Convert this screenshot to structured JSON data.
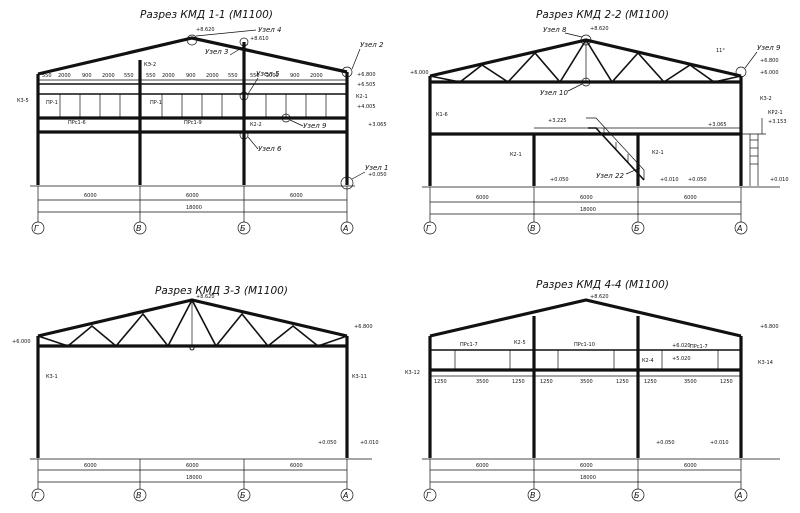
{
  "s1": {
    "title": "Разрез КМД 1-1 (М1100)",
    "nodes": [
      "Узел 4",
      "Узел 3",
      "Узел 2",
      "Узел 5",
      "Узел 9",
      "Узел 6",
      "Узел 1"
    ],
    "elev": [
      "+8.620",
      "+8.610",
      "+6.800",
      "+6.505",
      "+4.005",
      "+3.065",
      "+0.050"
    ],
    "marks": [
      "К3-5",
      "КЭ-2",
      "ПР-1",
      "ПРс1-6",
      "ПР-1",
      "ПРс1-9",
      "К2-2",
      "К2-1"
    ],
    "dims_top": [
      "550",
      "2000",
      "900",
      "2000",
      "550",
      "550",
      "2000",
      "900",
      "2000",
      "550",
      "550",
      "2000",
      "900",
      "2000"
    ],
    "spans": [
      "6000",
      "6000",
      "6000"
    ],
    "total": "18000",
    "axes": [
      "Г",
      "В",
      "Б",
      "А"
    ]
  },
  "s2": {
    "title": "Разрез КМД 2-2 (М1100)",
    "nodes": [
      "Узел 8",
      "Узел 9",
      "Узел 10",
      "Узел 22"
    ],
    "elev": [
      "+8.620",
      "+6.800",
      "+6.000",
      "+6.000",
      "+3.225",
      "+3.065",
      "+3.153",
      "+0.050",
      "+0.010",
      "+0.050",
      "+0.010"
    ],
    "marks": [
      "К1-6",
      "К2-1",
      "К2-1",
      "К3-2",
      "КР2-1"
    ],
    "angle": "11°",
    "spans": [
      "6000",
      "6000",
      "6000"
    ],
    "total": "18000",
    "axes": [
      "Г",
      "В",
      "Б",
      "А"
    ]
  },
  "s3": {
    "title": "Разрез КМД 3-3 (М1100)",
    "elev": [
      "+8.620",
      "+6.000",
      "+6.800",
      "+0.050",
      "+0.010"
    ],
    "marks": [
      "К3-1",
      "К3-11"
    ],
    "spans": [
      "6000",
      "6000",
      "6000"
    ],
    "total": "18000",
    "axes": [
      "Г",
      "В",
      "Б",
      "А"
    ]
  },
  "s4": {
    "title": "Разрез КМД 4-4 (М1100)",
    "elev": [
      "+8.620",
      "+6.800",
      "+6.020",
      "+5.020",
      "+0.050",
      "+0.010"
    ],
    "marks": [
      "К2-5",
      "ПРс1-10",
      "ПРс1-7",
      "К2-4",
      "ПРс1-7",
      "К3-12",
      "К3-14"
    ],
    "dims": [
      "1250",
      "3500",
      "1250",
      "1250",
      "3500",
      "1250",
      "1250",
      "3500",
      "1250"
    ],
    "spans": [
      "6000",
      "6000",
      "6000"
    ],
    "total": "18000",
    "axes": [
      "Г",
      "В",
      "Б",
      "А"
    ]
  }
}
